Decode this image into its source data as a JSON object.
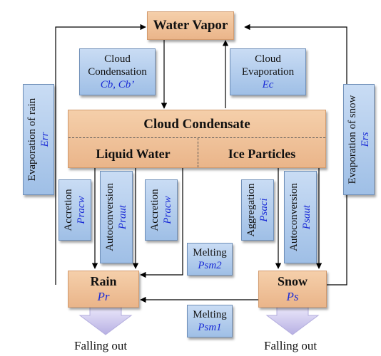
{
  "nodes": {
    "water_vapor": "Water Vapor",
    "cloud_condensate": "Cloud Condensate",
    "liquid_water": "Liquid Water",
    "ice_particles": "Ice Particles",
    "rain": {
      "label": "Rain",
      "symbol": "Pr"
    },
    "snow": {
      "label": "Snow",
      "symbol": "Ps"
    }
  },
  "processes": {
    "cloud_condensation": {
      "label": "Cloud Condensation",
      "line1": "Cloud",
      "line2": "Condensation",
      "symbol": "Cb, Cb’"
    },
    "cloud_evaporation": {
      "label": "Cloud Evaporation",
      "line1": "Cloud",
      "line2": "Evaporation",
      "symbol": "Ec"
    },
    "evaporation_of_rain": {
      "label": "Evaporation of rain",
      "symbol": "Err"
    },
    "evaporation_of_snow": {
      "label": "Evaporation of snow",
      "symbol": "Ers"
    },
    "accretion_rain": {
      "label": "Accretion",
      "symbol": "Pracw"
    },
    "autoconversion_rain": {
      "label": "Autoconversion",
      "symbol": "Praut"
    },
    "accretion_middle": {
      "label": "Accretion",
      "symbol": "Pracw"
    },
    "aggregation": {
      "label": "Aggregation",
      "symbol": "Psaci"
    },
    "autoconversion_snow": {
      "label": "Autoconversion",
      "symbol": "Psaut"
    },
    "melting_upper": {
      "label": "Melting",
      "symbol": "Psm2"
    },
    "melting_lower": {
      "label": "Melting",
      "symbol": "Psm1"
    }
  },
  "outputs": {
    "falling_out_rain": "Falling out",
    "falling_out_snow": "Falling out"
  },
  "colors": {
    "state_box": "#f0c29c",
    "process_box": "#b4cdee",
    "symbol_text": "#1a2bd6",
    "arrow": "#000000",
    "fall_arrow": "#c8c3ea"
  }
}
